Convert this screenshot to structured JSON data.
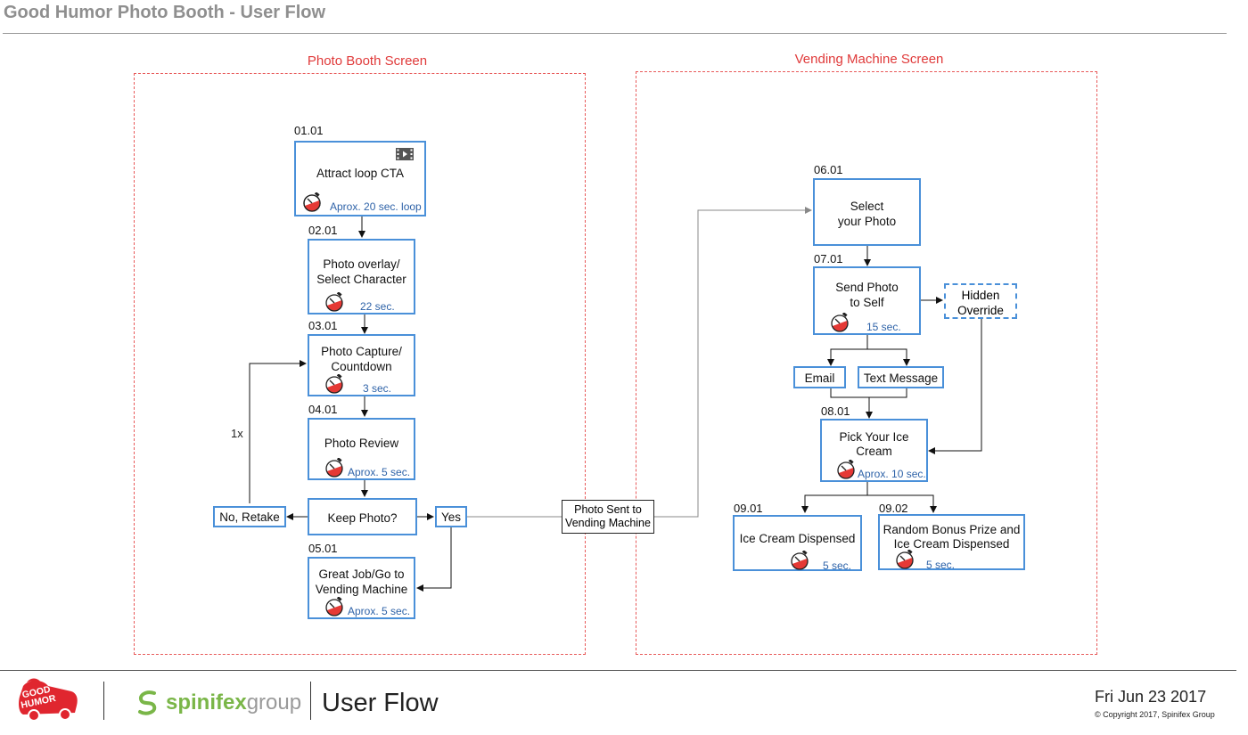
{
  "page_title": "Good Humor Photo Booth - User Flow",
  "sections": {
    "photo_booth": "Photo Booth Screen",
    "vending_machine": "Vending Machine Screen"
  },
  "nodes": {
    "n0101": {
      "code": "01.01",
      "label": "Attract loop CTA",
      "time": "Aprox. 20 sec. loop"
    },
    "n0201": {
      "code": "02.01",
      "label1": "Photo overlay/",
      "label2": "Select Character",
      "time": "22 sec."
    },
    "n0301": {
      "code": "03.01",
      "label1": "Photo Capture/",
      "label2": "Countdown",
      "time": "3 sec."
    },
    "n0401": {
      "code": "04.01",
      "label": "Photo Review",
      "time": "Aprox. 5 sec."
    },
    "keep": {
      "label": "Keep Photo?"
    },
    "retake": {
      "label": "No, Retake"
    },
    "yes": {
      "label": "Yes"
    },
    "n0501": {
      "code": "05.01",
      "label1": "Great Job/Go to",
      "label2": "Vending Machine",
      "time": "Aprox. 5 sec."
    },
    "sent": {
      "label1": "Photo Sent to",
      "label2": "Vending Machine"
    },
    "n0601": {
      "code": "06.01",
      "label1": "Select",
      "label2": "your Photo"
    },
    "n0701": {
      "code": "07.01",
      "label1": "Send Photo",
      "label2": "to Self",
      "time": "15 sec."
    },
    "hidden": {
      "label1": "Hidden",
      "label2": "Override"
    },
    "email": {
      "label": "Email"
    },
    "text": {
      "label": "Text Message"
    },
    "n0801": {
      "code": "08.01",
      "label1": "Pick Your Ice",
      "label2": "Cream",
      "time": "Aprox. 10 sec."
    },
    "n0901": {
      "code": "09.01",
      "label": "Ice Cream Dispensed",
      "time": "5 sec."
    },
    "n0902": {
      "code": "09.02",
      "label1": "Random Bonus Prize and",
      "label2": "Ice Cream Dispensed",
      "time": "5 sec."
    }
  },
  "retake_count": "1x",
  "footer": {
    "brand_logo_text": "GOOD HUMOR",
    "agency_name_bold": "spinifex",
    "agency_name_light": "group",
    "doc_title": "User Flow",
    "date": "Fri Jun 23 2017",
    "copyright": "© Copyright 2017, Spinifex Group"
  },
  "colors": {
    "accent_blue": "#4a90d9",
    "section_red": "#e03a3a",
    "time_blue": "#2f63a8",
    "timer_red": "#e53935"
  },
  "icons": [
    "video-icon",
    "timer-icon",
    "good-humor-logo",
    "spinifex-logo"
  ]
}
